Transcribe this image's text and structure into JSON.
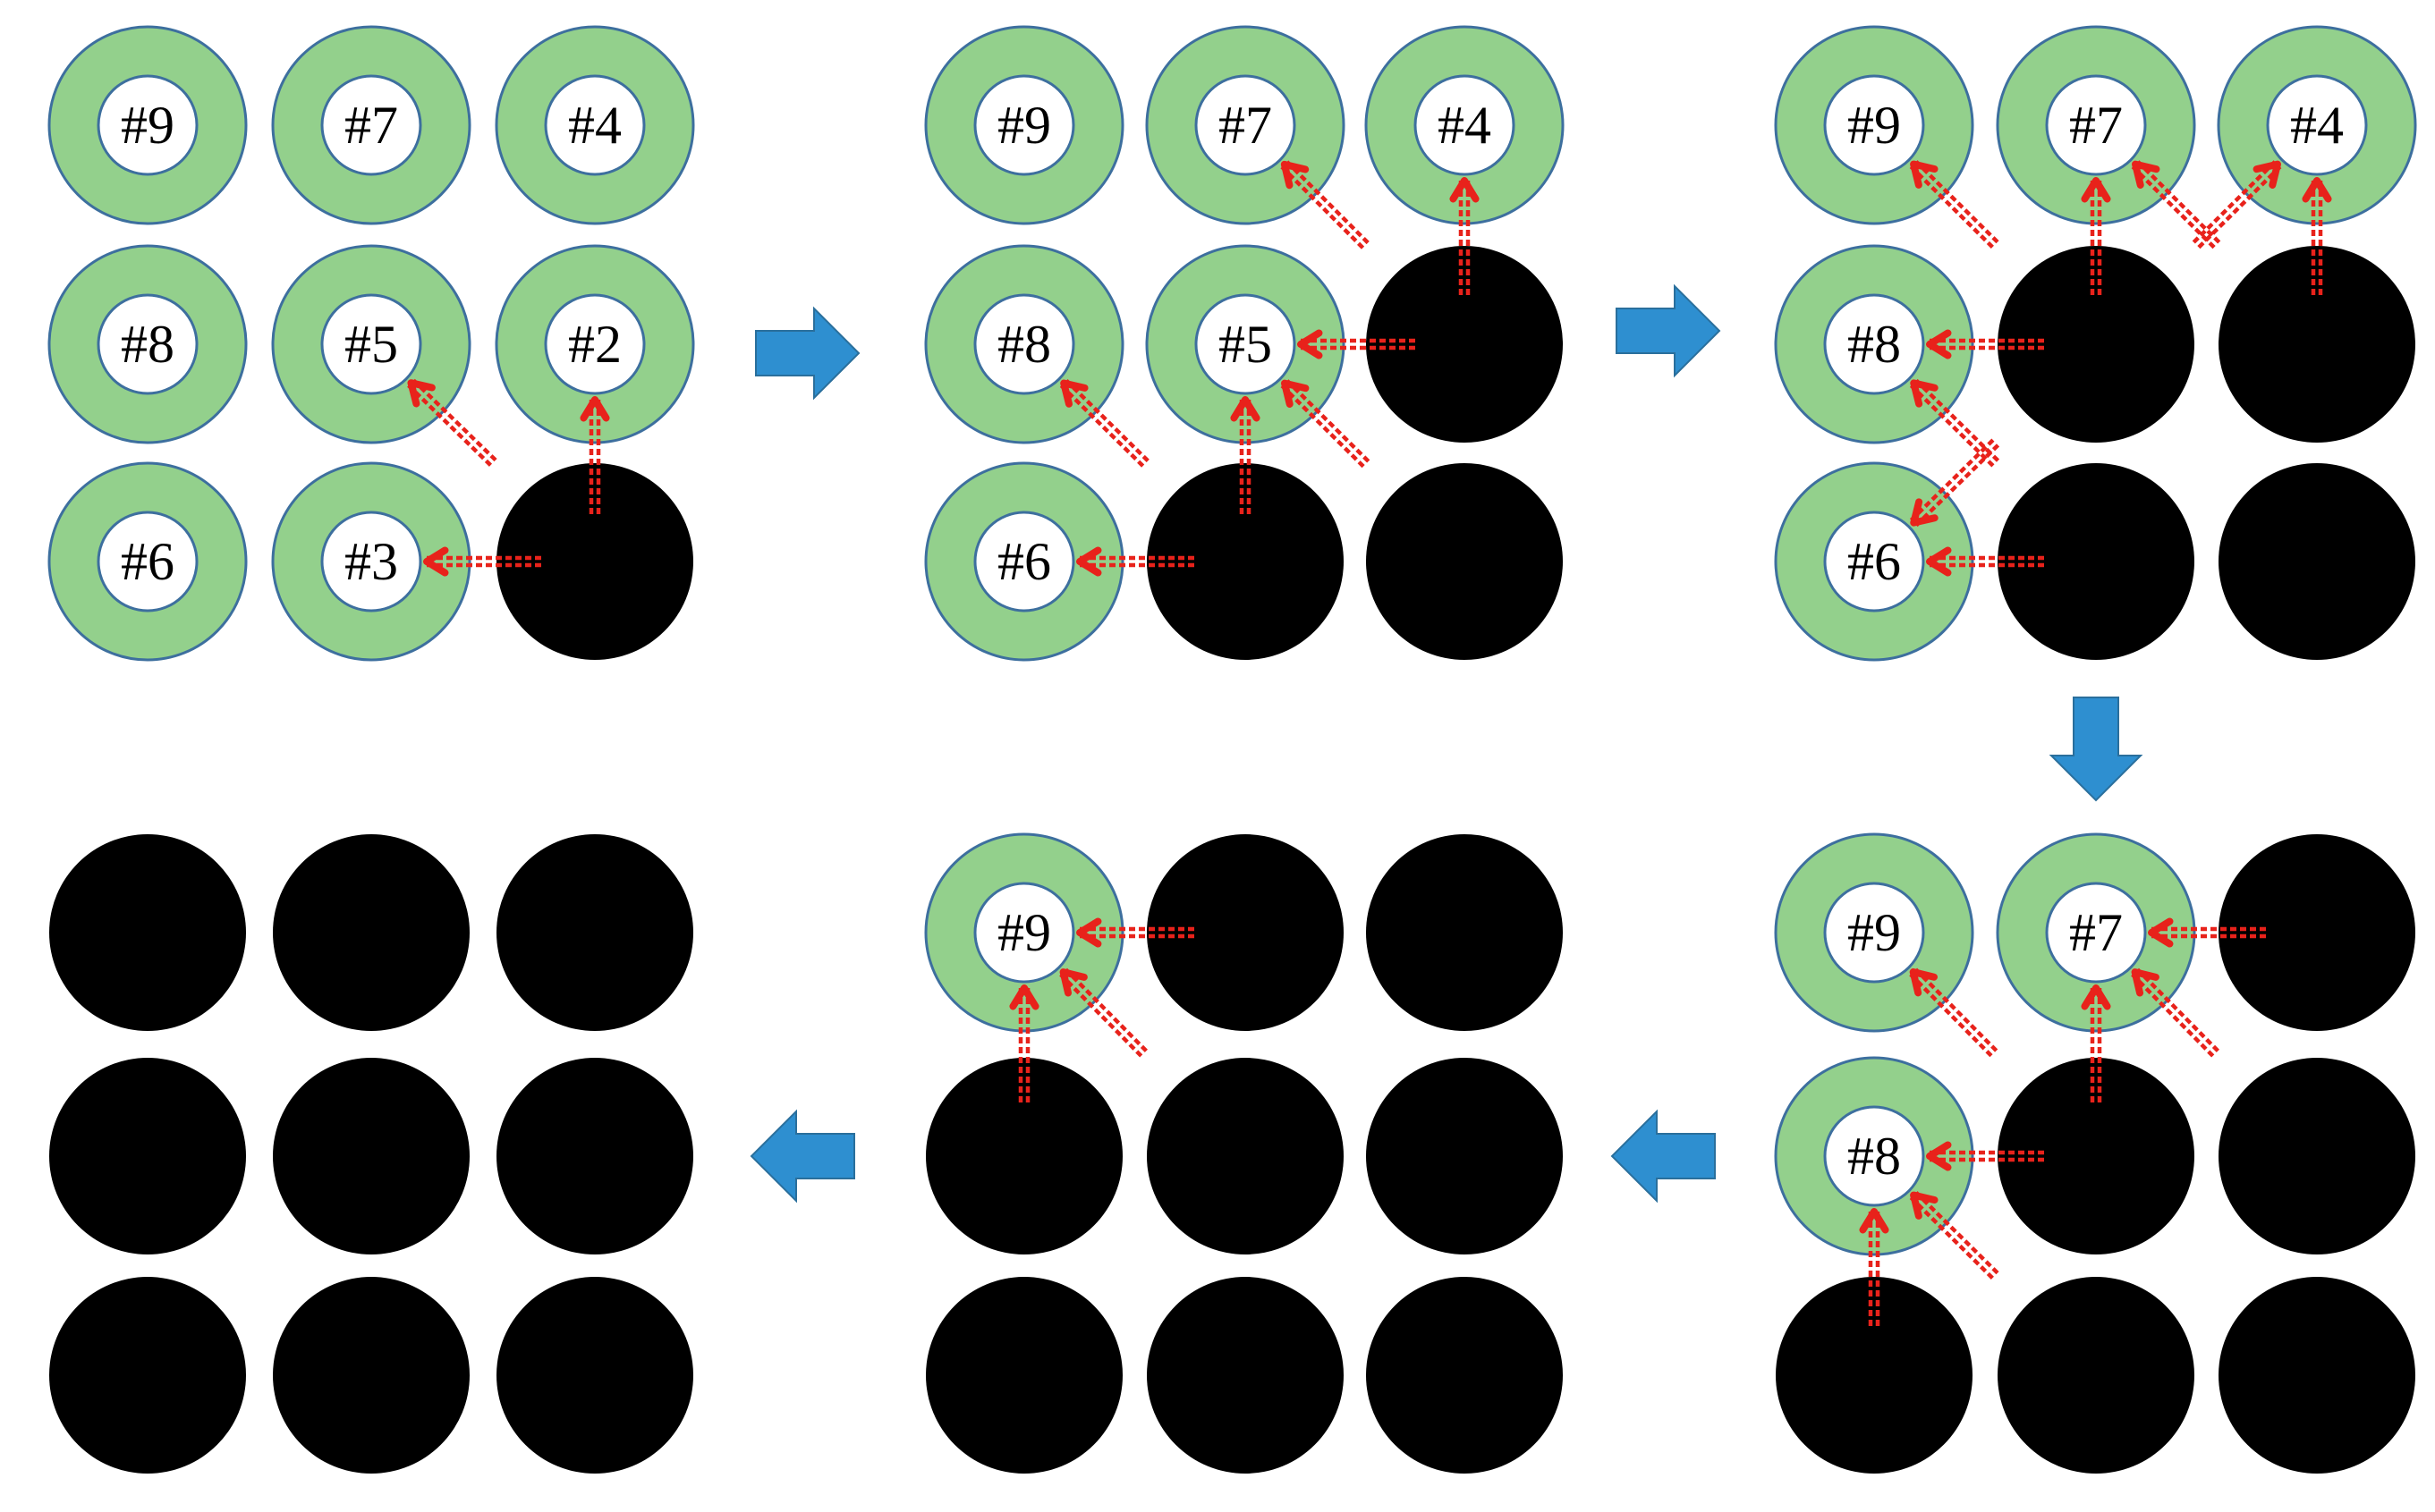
{
  "colors": {
    "ring": "#93d08c",
    "ring_outline": "#3d6f9e",
    "extracted": "#000000",
    "flow_arrow": "#e8221b",
    "step_arrow": "#2e8fd0"
  },
  "stages": [
    {
      "id": "stage-1",
      "cells": [
        {
          "state": "ring",
          "label": "#9"
        },
        {
          "state": "ring",
          "label": "#7"
        },
        {
          "state": "ring",
          "label": "#4"
        },
        {
          "state": "ring",
          "label": "#8"
        },
        {
          "state": "ring",
          "label": "#5"
        },
        {
          "state": "ring",
          "label": "#2"
        },
        {
          "state": "ring",
          "label": "#6"
        },
        {
          "state": "ring",
          "label": "#3"
        },
        {
          "state": "solid",
          "label": ""
        }
      ],
      "flows": [
        {
          "from": 8,
          "to": 4,
          "dir": "diag"
        },
        {
          "from": 8,
          "to": 5,
          "dir": "up"
        },
        {
          "from": 8,
          "to": 7,
          "dir": "left"
        }
      ]
    },
    {
      "id": "stage-2",
      "cells": [
        {
          "state": "ring",
          "label": "#9"
        },
        {
          "state": "ring",
          "label": "#7"
        },
        {
          "state": "ring",
          "label": "#4"
        },
        {
          "state": "ring",
          "label": "#8"
        },
        {
          "state": "ring",
          "label": "#5"
        },
        {
          "state": "solid",
          "label": ""
        },
        {
          "state": "ring",
          "label": "#6"
        },
        {
          "state": "solid",
          "label": ""
        },
        {
          "state": "solid",
          "label": ""
        }
      ],
      "flows": [
        {
          "from": 5,
          "to": 1,
          "dir": "diag"
        },
        {
          "from": 5,
          "to": 2,
          "dir": "up"
        },
        {
          "from": 5,
          "to": 4,
          "dir": "left"
        },
        {
          "from": 7,
          "to": 3,
          "dir": "diag"
        },
        {
          "from": 7,
          "to": 4,
          "dir": "up"
        },
        {
          "from": 7,
          "to": 6,
          "dir": "left"
        },
        {
          "from": 8,
          "to": 4,
          "dir": "diag"
        }
      ]
    },
    {
      "id": "stage-3",
      "cells": [
        {
          "state": "ring",
          "label": "#9"
        },
        {
          "state": "ring",
          "label": "#7"
        },
        {
          "state": "ring",
          "label": "#4"
        },
        {
          "state": "ring",
          "label": "#8"
        },
        {
          "state": "solid",
          "label": ""
        },
        {
          "state": "solid",
          "label": ""
        },
        {
          "state": "ring",
          "label": "#6"
        },
        {
          "state": "solid",
          "label": ""
        },
        {
          "state": "solid",
          "label": ""
        }
      ],
      "flows": [
        {
          "from": 4,
          "to": 0,
          "dir": "diag"
        },
        {
          "from": 4,
          "to": 1,
          "dir": "up"
        },
        {
          "from": 4,
          "to": 2,
          "dir": "diag"
        },
        {
          "from": 4,
          "to": 3,
          "dir": "left"
        },
        {
          "from": 4,
          "to": 6,
          "dir": "diag"
        },
        {
          "from": 5,
          "to": 1,
          "dir": "diag"
        },
        {
          "from": 5,
          "to": 2,
          "dir": "up"
        },
        {
          "from": 7,
          "to": 3,
          "dir": "diag"
        },
        {
          "from": 7,
          "to": 6,
          "dir": "left"
        }
      ]
    },
    {
      "id": "stage-4",
      "cells": [
        {
          "state": "ring",
          "label": "#9"
        },
        {
          "state": "ring",
          "label": "#7"
        },
        {
          "state": "solid",
          "label": ""
        },
        {
          "state": "ring",
          "label": "#8"
        },
        {
          "state": "solid",
          "label": ""
        },
        {
          "state": "solid",
          "label": ""
        },
        {
          "state": "solid",
          "label": ""
        },
        {
          "state": "solid",
          "label": ""
        },
        {
          "state": "solid",
          "label": ""
        }
      ],
      "flows": [
        {
          "from": 2,
          "to": 1,
          "dir": "left"
        },
        {
          "from": 4,
          "to": 0,
          "dir": "diag"
        },
        {
          "from": 4,
          "to": 1,
          "dir": "up"
        },
        {
          "from": 4,
          "to": 3,
          "dir": "left"
        },
        {
          "from": 5,
          "to": 1,
          "dir": "diag"
        },
        {
          "from": 6,
          "to": 3,
          "dir": "up"
        },
        {
          "from": 7,
          "to": 3,
          "dir": "diag"
        }
      ]
    },
    {
      "id": "stage-5",
      "cells": [
        {
          "state": "ring",
          "label": "#9"
        },
        {
          "state": "solid",
          "label": ""
        },
        {
          "state": "solid",
          "label": ""
        },
        {
          "state": "solid",
          "label": ""
        },
        {
          "state": "solid",
          "label": ""
        },
        {
          "state": "solid",
          "label": ""
        },
        {
          "state": "solid",
          "label": ""
        },
        {
          "state": "solid",
          "label": ""
        },
        {
          "state": "solid",
          "label": ""
        }
      ],
      "flows": [
        {
          "from": 1,
          "to": 0,
          "dir": "left"
        },
        {
          "from": 3,
          "to": 0,
          "dir": "up"
        },
        {
          "from": 4,
          "to": 0,
          "dir": "diag"
        }
      ]
    },
    {
      "id": "stage-6",
      "cells": [
        {
          "state": "solid",
          "label": ""
        },
        {
          "state": "solid",
          "label": ""
        },
        {
          "state": "solid",
          "label": ""
        },
        {
          "state": "solid",
          "label": ""
        },
        {
          "state": "solid",
          "label": ""
        },
        {
          "state": "solid",
          "label": ""
        },
        {
          "state": "solid",
          "label": ""
        },
        {
          "state": "solid",
          "label": ""
        },
        {
          "state": "solid",
          "label": ""
        }
      ],
      "flows": []
    }
  ],
  "step_arrows": [
    {
      "id": "arrow-1-to-2",
      "direction": "right"
    },
    {
      "id": "arrow-2-to-3",
      "direction": "right"
    },
    {
      "id": "arrow-3-to-4",
      "direction": "down"
    },
    {
      "id": "arrow-4-to-5",
      "direction": "left"
    },
    {
      "id": "arrow-5-to-6",
      "direction": "left"
    }
  ]
}
